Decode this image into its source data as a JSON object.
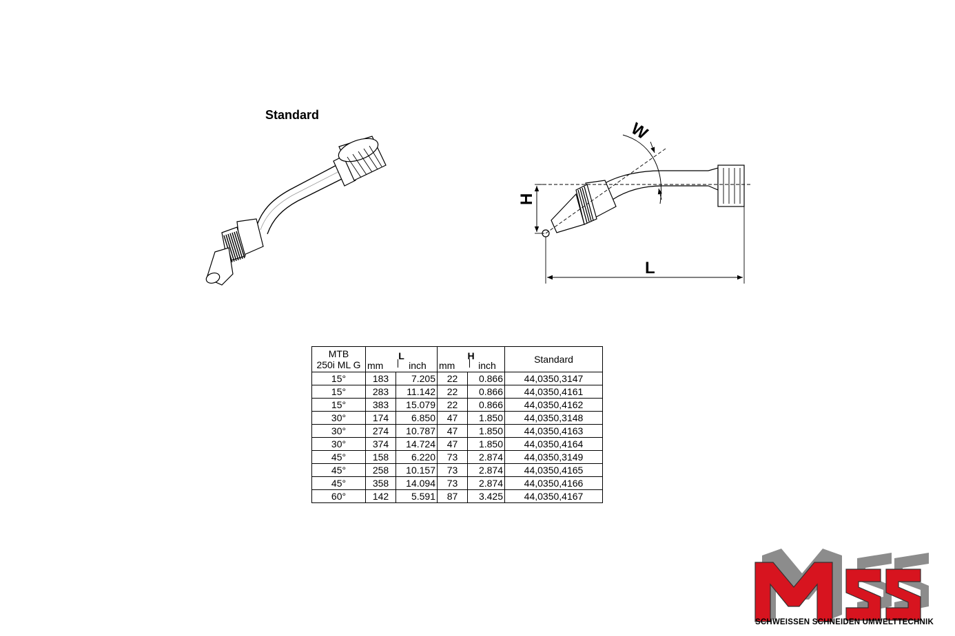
{
  "heading": "Standard",
  "dimension_labels": {
    "w": "W",
    "h": "H",
    "l": "L"
  },
  "table": {
    "header": {
      "model_line1": "MTB",
      "model_line2": "250i ML G",
      "l_group": "L",
      "h_group": "H",
      "mm": "mm",
      "inch": "inch",
      "standard": "Standard"
    },
    "rows": [
      {
        "angle": "15°",
        "l_mm": "183",
        "l_inch": "7.205",
        "h_mm": "22",
        "h_inch": "0.866",
        "code": "44,0350,3147"
      },
      {
        "angle": "15°",
        "l_mm": "283",
        "l_inch": "11.142",
        "h_mm": "22",
        "h_inch": "0.866",
        "code": "44,0350,4161"
      },
      {
        "angle": "15°",
        "l_mm": "383",
        "l_inch": "15.079",
        "h_mm": "22",
        "h_inch": "0.866",
        "code": "44,0350,4162"
      },
      {
        "angle": "30°",
        "l_mm": "174",
        "l_inch": "6.850",
        "h_mm": "47",
        "h_inch": "1.850",
        "code": "44,0350,3148"
      },
      {
        "angle": "30°",
        "l_mm": "274",
        "l_inch": "10.787",
        "h_mm": "47",
        "h_inch": "1.850",
        "code": "44,0350,4163"
      },
      {
        "angle": "30°",
        "l_mm": "374",
        "l_inch": "14.724",
        "h_mm": "47",
        "h_inch": "1.850",
        "code": "44,0350,4164"
      },
      {
        "angle": "45°",
        "l_mm": "158",
        "l_inch": "6.220",
        "h_mm": "73",
        "h_inch": "2.874",
        "code": "44,0350,3149"
      },
      {
        "angle": "45°",
        "l_mm": "258",
        "l_inch": "10.157",
        "h_mm": "73",
        "h_inch": "2.874",
        "code": "44,0350,4165"
      },
      {
        "angle": "45°",
        "l_mm": "358",
        "l_inch": "14.094",
        "h_mm": "73",
        "h_inch": "2.874",
        "code": "44,0350,4166"
      },
      {
        "angle": "60°",
        "l_mm": "142",
        "l_inch": "5.591",
        "h_mm": "87",
        "h_inch": "3.425",
        "code": "44,0350,4167"
      }
    ]
  },
  "logo": {
    "letters": "MSS",
    "tagline": "SCHWEISSEN SCHNEIDEN UMWELTTECHNIK",
    "colors": {
      "red": "#d7141f",
      "grey": "#8c8c8c",
      "dark": "#333333"
    }
  }
}
